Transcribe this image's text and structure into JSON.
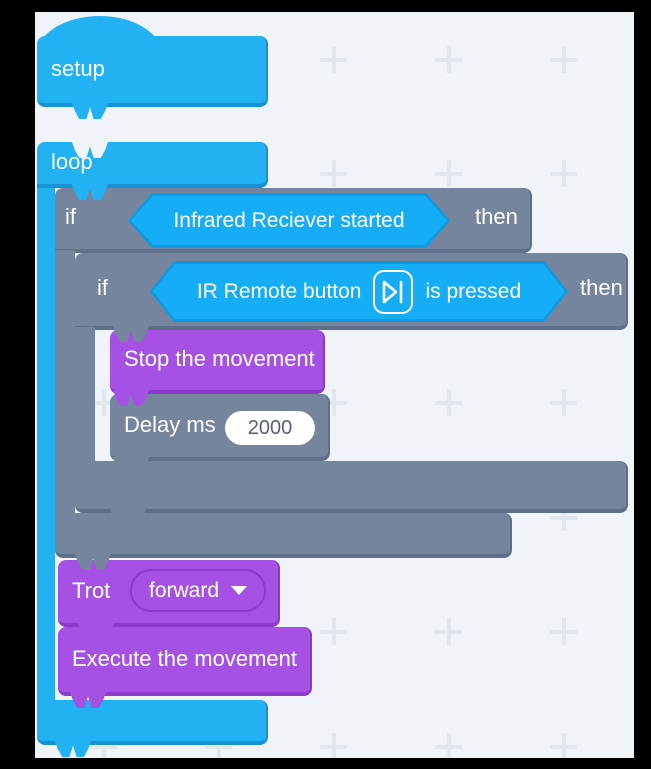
{
  "blocks": {
    "setup": {
      "label": "setup"
    },
    "loop": {
      "label": "loop"
    },
    "outer_if": {
      "if_label": "if",
      "condition": "Infrared Reciever started",
      "then_label": "then"
    },
    "inner_if": {
      "if_label": "if",
      "condition_prefix": "IR Remote button",
      "condition_suffix": "is pressed",
      "icon": "play-pause-icon",
      "then_label": "then"
    },
    "stop": {
      "label": "Stop the movement"
    },
    "delay": {
      "label": "Delay ms",
      "value": "2000"
    },
    "trot": {
      "label": "Trot",
      "dropdown_value": "forward"
    },
    "execute": {
      "label": "Execute the movement"
    }
  },
  "colors": {
    "block_blue": "#22B2F4",
    "block_blue_dark": "#1792D2",
    "block_gray": "#75859E",
    "block_gray_dark": "#5E7089",
    "block_purple": "#A551E3",
    "block_purple_dark": "#8A3BC9",
    "hex_fill": "#16ADF7",
    "hex_border": "#0D9AE0",
    "canvas_bg": "#F0F3F8",
    "grid_cross": "#E2E6ED",
    "input_text": "#575E75"
  }
}
